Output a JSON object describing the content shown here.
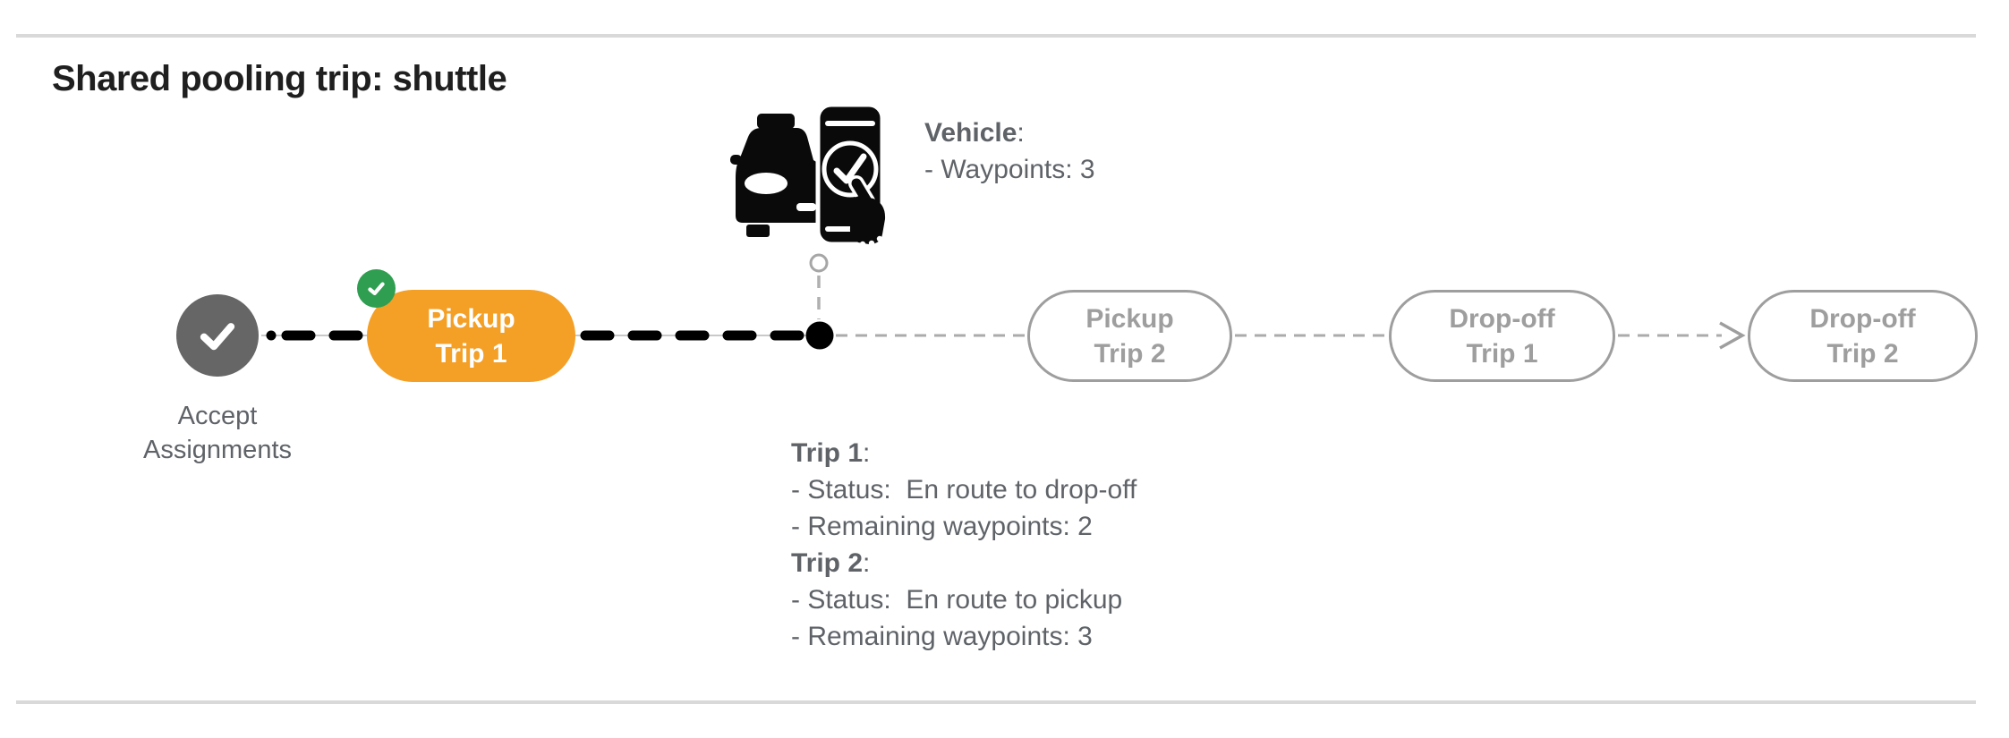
{
  "title": "Shared pooling trip: shuttle",
  "diagram": {
    "accept_node": {
      "icon": "check-icon",
      "label_line1": "Accept",
      "label_line2": "Assignments"
    },
    "pills": [
      {
        "line1": "Pickup",
        "line2": "Trip 1",
        "state": "current"
      },
      {
        "line1": "Pickup",
        "line2": "Trip 2",
        "state": "upcoming"
      },
      {
        "line1": "Drop-off",
        "line2": "Trip 1",
        "state": "upcoming"
      },
      {
        "line1": "Drop-off",
        "line2": "Trip 2",
        "state": "upcoming"
      }
    ],
    "completed_badge_icon": "check-badge-icon",
    "vehicle_icon": "vehicle-phone-check-icon",
    "position_marker_icon": "current-position-dot-icon",
    "arrow_icon": "arrow-right-icon"
  },
  "vehicle_info": {
    "heading": "Vehicle",
    "heading_suffix": ":",
    "lines": [
      "- Waypoints: 3"
    ]
  },
  "trip_info": {
    "trips": [
      {
        "heading": "Trip 1",
        "heading_suffix": ":",
        "lines": [
          "- Status:  En route to drop-off",
          "- Remaining waypoints: 2"
        ]
      },
      {
        "heading": "Trip 2",
        "heading_suffix": ":",
        "lines": [
          "- Status:  En route to pickup",
          "- Remaining waypoints: 3"
        ]
      }
    ]
  },
  "colors": {
    "current_pill_orange": "#F49F26",
    "completed_badge_green": "#2F9E50",
    "completed_node_gray": "#666666",
    "upcoming_pill_gray": "#9E9E9E",
    "info_text_gray": "#5F6368",
    "title_black": "#1F1F1F",
    "connector_black": "#000000",
    "connector_gray": "#ABABAB",
    "divider_gray": "#D9D9D9"
  }
}
